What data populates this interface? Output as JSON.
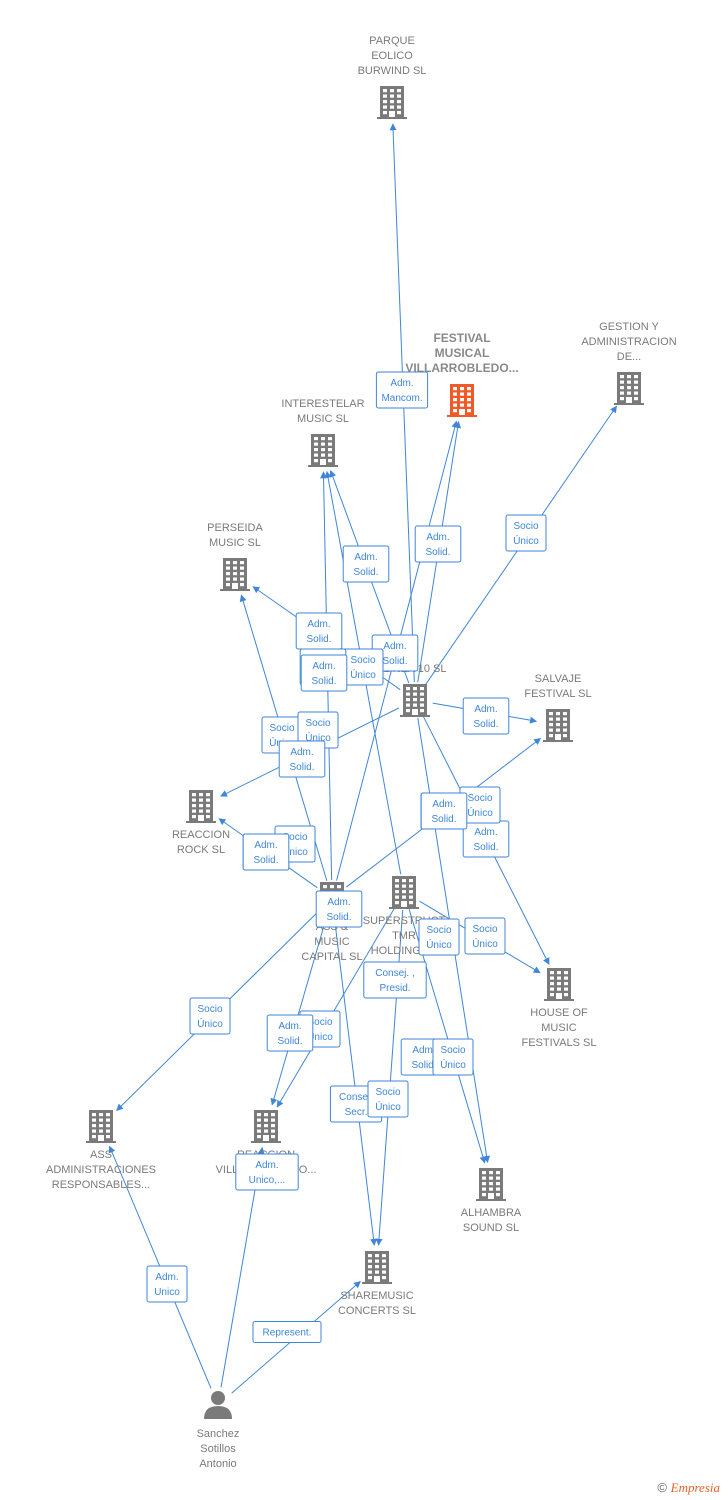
{
  "colors": {
    "edge": "#3f86d8",
    "node": "#7a7a7a",
    "focus": "#f05a28"
  },
  "nodes": [
    {
      "id": "parque",
      "type": "company",
      "label": [
        "PARQUE",
        "EOLICO",
        "BURWIND SL"
      ],
      "icon": "building-icon"
    },
    {
      "id": "festival",
      "type": "company",
      "focus": true,
      "label": [
        "FESTIVAL",
        "MUSICAL",
        "VILLARROBLEDO..."
      ],
      "icon": "building-icon"
    },
    {
      "id": "gestion",
      "type": "company",
      "label": [
        "GESTION Y",
        "ADMINISTRACION",
        "DE..."
      ],
      "icon": "building-icon"
    },
    {
      "id": "interestelar",
      "type": "company",
      "label": [
        "INTERESTELAR",
        "MUSIC SL"
      ],
      "icon": "building-icon"
    },
    {
      "id": "perseida",
      "type": "company",
      "label": [
        "PERSEIDA",
        "MUSIC SL"
      ],
      "icon": "building-icon"
    },
    {
      "id": "linea10",
      "type": "company",
      "label": [
        "LINEA 10 SL"
      ],
      "icon": "building-icon"
    },
    {
      "id": "salvaje",
      "type": "company",
      "label": [
        "SALVAJE",
        "FESTIVAL SL"
      ],
      "icon": "building-icon"
    },
    {
      "id": "reaccionrock",
      "type": "company",
      "label": [
        "REACCION",
        "ROCK SL"
      ],
      "icon": "building-icon"
    },
    {
      "id": "ass_music",
      "type": "company",
      "label": [
        "ASS &",
        "MUSIC",
        "CAPITAL SL"
      ],
      "icon": "building-icon"
    },
    {
      "id": "superstruct",
      "type": "company",
      "label": [
        "SUPERSTRUCT",
        "TMR",
        "HOLDINGS..."
      ],
      "icon": "building-icon"
    },
    {
      "id": "house",
      "type": "company",
      "label": [
        "HOUSE OF",
        "MUSIC",
        "FESTIVALS SL"
      ],
      "icon": "building-icon"
    },
    {
      "id": "ass_admin",
      "type": "company",
      "label": [
        "ASS",
        "ADMINISTRACIONES",
        "RESPONSABLES..."
      ],
      "icon": "building-icon"
    },
    {
      "id": "reaccionvilla",
      "type": "company",
      "label": [
        "REACCION",
        "VILLARROBLEDO..."
      ],
      "icon": "building-icon"
    },
    {
      "id": "alhambra",
      "type": "company",
      "label": [
        "ALHAMBRA",
        "SOUND SL"
      ],
      "icon": "building-icon"
    },
    {
      "id": "sharemusic",
      "type": "company",
      "label": [
        "SHAREMUSIC",
        "CONCERTS SL"
      ],
      "icon": "building-icon"
    },
    {
      "id": "sanchez",
      "type": "person",
      "label": [
        "Sanchez",
        "Sotillos",
        "Antonio"
      ],
      "icon": "person-icon"
    }
  ],
  "edges": [
    {
      "from": "linea10",
      "to": "parque",
      "label": [
        "Adm.",
        "Mancom."
      ]
    },
    {
      "from": "linea10",
      "to": "festival",
      "label": [
        "Adm.",
        "Solid."
      ]
    },
    {
      "from": "linea10",
      "to": "gestion",
      "label": [
        "Socio",
        "Único"
      ]
    },
    {
      "from": "linea10",
      "to": "interestelar",
      "label": [
        "Adm.",
        "Solid."
      ]
    },
    {
      "from": "linea10",
      "to": "perseida",
      "label": [
        "Adm.",
        "Solid."
      ]
    },
    {
      "from": "linea10",
      "to": "salvaje",
      "label": [
        "Adm.",
        "Solid."
      ]
    },
    {
      "from": "linea10",
      "to": "reaccionrock",
      "label": [
        "Adm.",
        "Solid."
      ]
    },
    {
      "from": "linea10",
      "to": "house",
      "label": [
        "Adm.",
        "Solid."
      ]
    },
    {
      "from": "linea10",
      "to": "alhambra",
      "label": [
        "Adm.",
        "Solid."
      ]
    },
    {
      "from": "ass_music",
      "to": "interestelar",
      "label": [
        "Adm.",
        "Solid."
      ]
    },
    {
      "from": "ass_music",
      "to": "perseida",
      "label": [
        "Socio",
        "Único"
      ]
    },
    {
      "from": "ass_music",
      "to": "festival",
      "label": [
        "Socio",
        "Único"
      ]
    },
    {
      "from": "ass_music",
      "to": "reaccionrock",
      "label": [
        "Socio",
        "Único"
      ]
    },
    {
      "from": "ass_music",
      "to": "salvaje",
      "label": [
        "Socio",
        "Único"
      ]
    },
    {
      "from": "ass_music",
      "to": "ass_admin",
      "label": [
        "Socio",
        "Único"
      ]
    },
    {
      "from": "ass_music",
      "to": "reaccionvilla",
      "label": [
        "Socio",
        "Único"
      ]
    },
    {
      "from": "ass_music",
      "to": "sharemusic",
      "label": [
        "Consej.",
        "Secr."
      ]
    },
    {
      "from": "superstruct",
      "to": "interestelar",
      "label": [
        "Adm.",
        "Solid."
      ]
    },
    {
      "from": "superstruct",
      "to": "house",
      "label": [
        "Socio",
        "Único"
      ]
    },
    {
      "from": "superstruct",
      "to": "alhambra",
      "label": [
        "Socio",
        "Único"
      ]
    },
    {
      "from": "superstruct",
      "to": "sharemusic",
      "label": [
        "Socio",
        "Único"
      ]
    },
    {
      "from": "superstruct",
      "to": "reaccionvilla",
      "label": [
        "Consej. ,",
        "Presid."
      ]
    },
    {
      "from": "sanchez",
      "to": "ass_admin",
      "label": [
        "Adm.",
        "Unico"
      ]
    },
    {
      "from": "sanchez",
      "to": "reaccionvilla",
      "label": [
        "Adm.",
        "Unico,..."
      ]
    },
    {
      "from": "sanchez",
      "to": "sharemusic",
      "label": [
        "Represent."
      ]
    }
  ],
  "footer": {
    "copyright": "©",
    "brand": "Empresia"
  }
}
